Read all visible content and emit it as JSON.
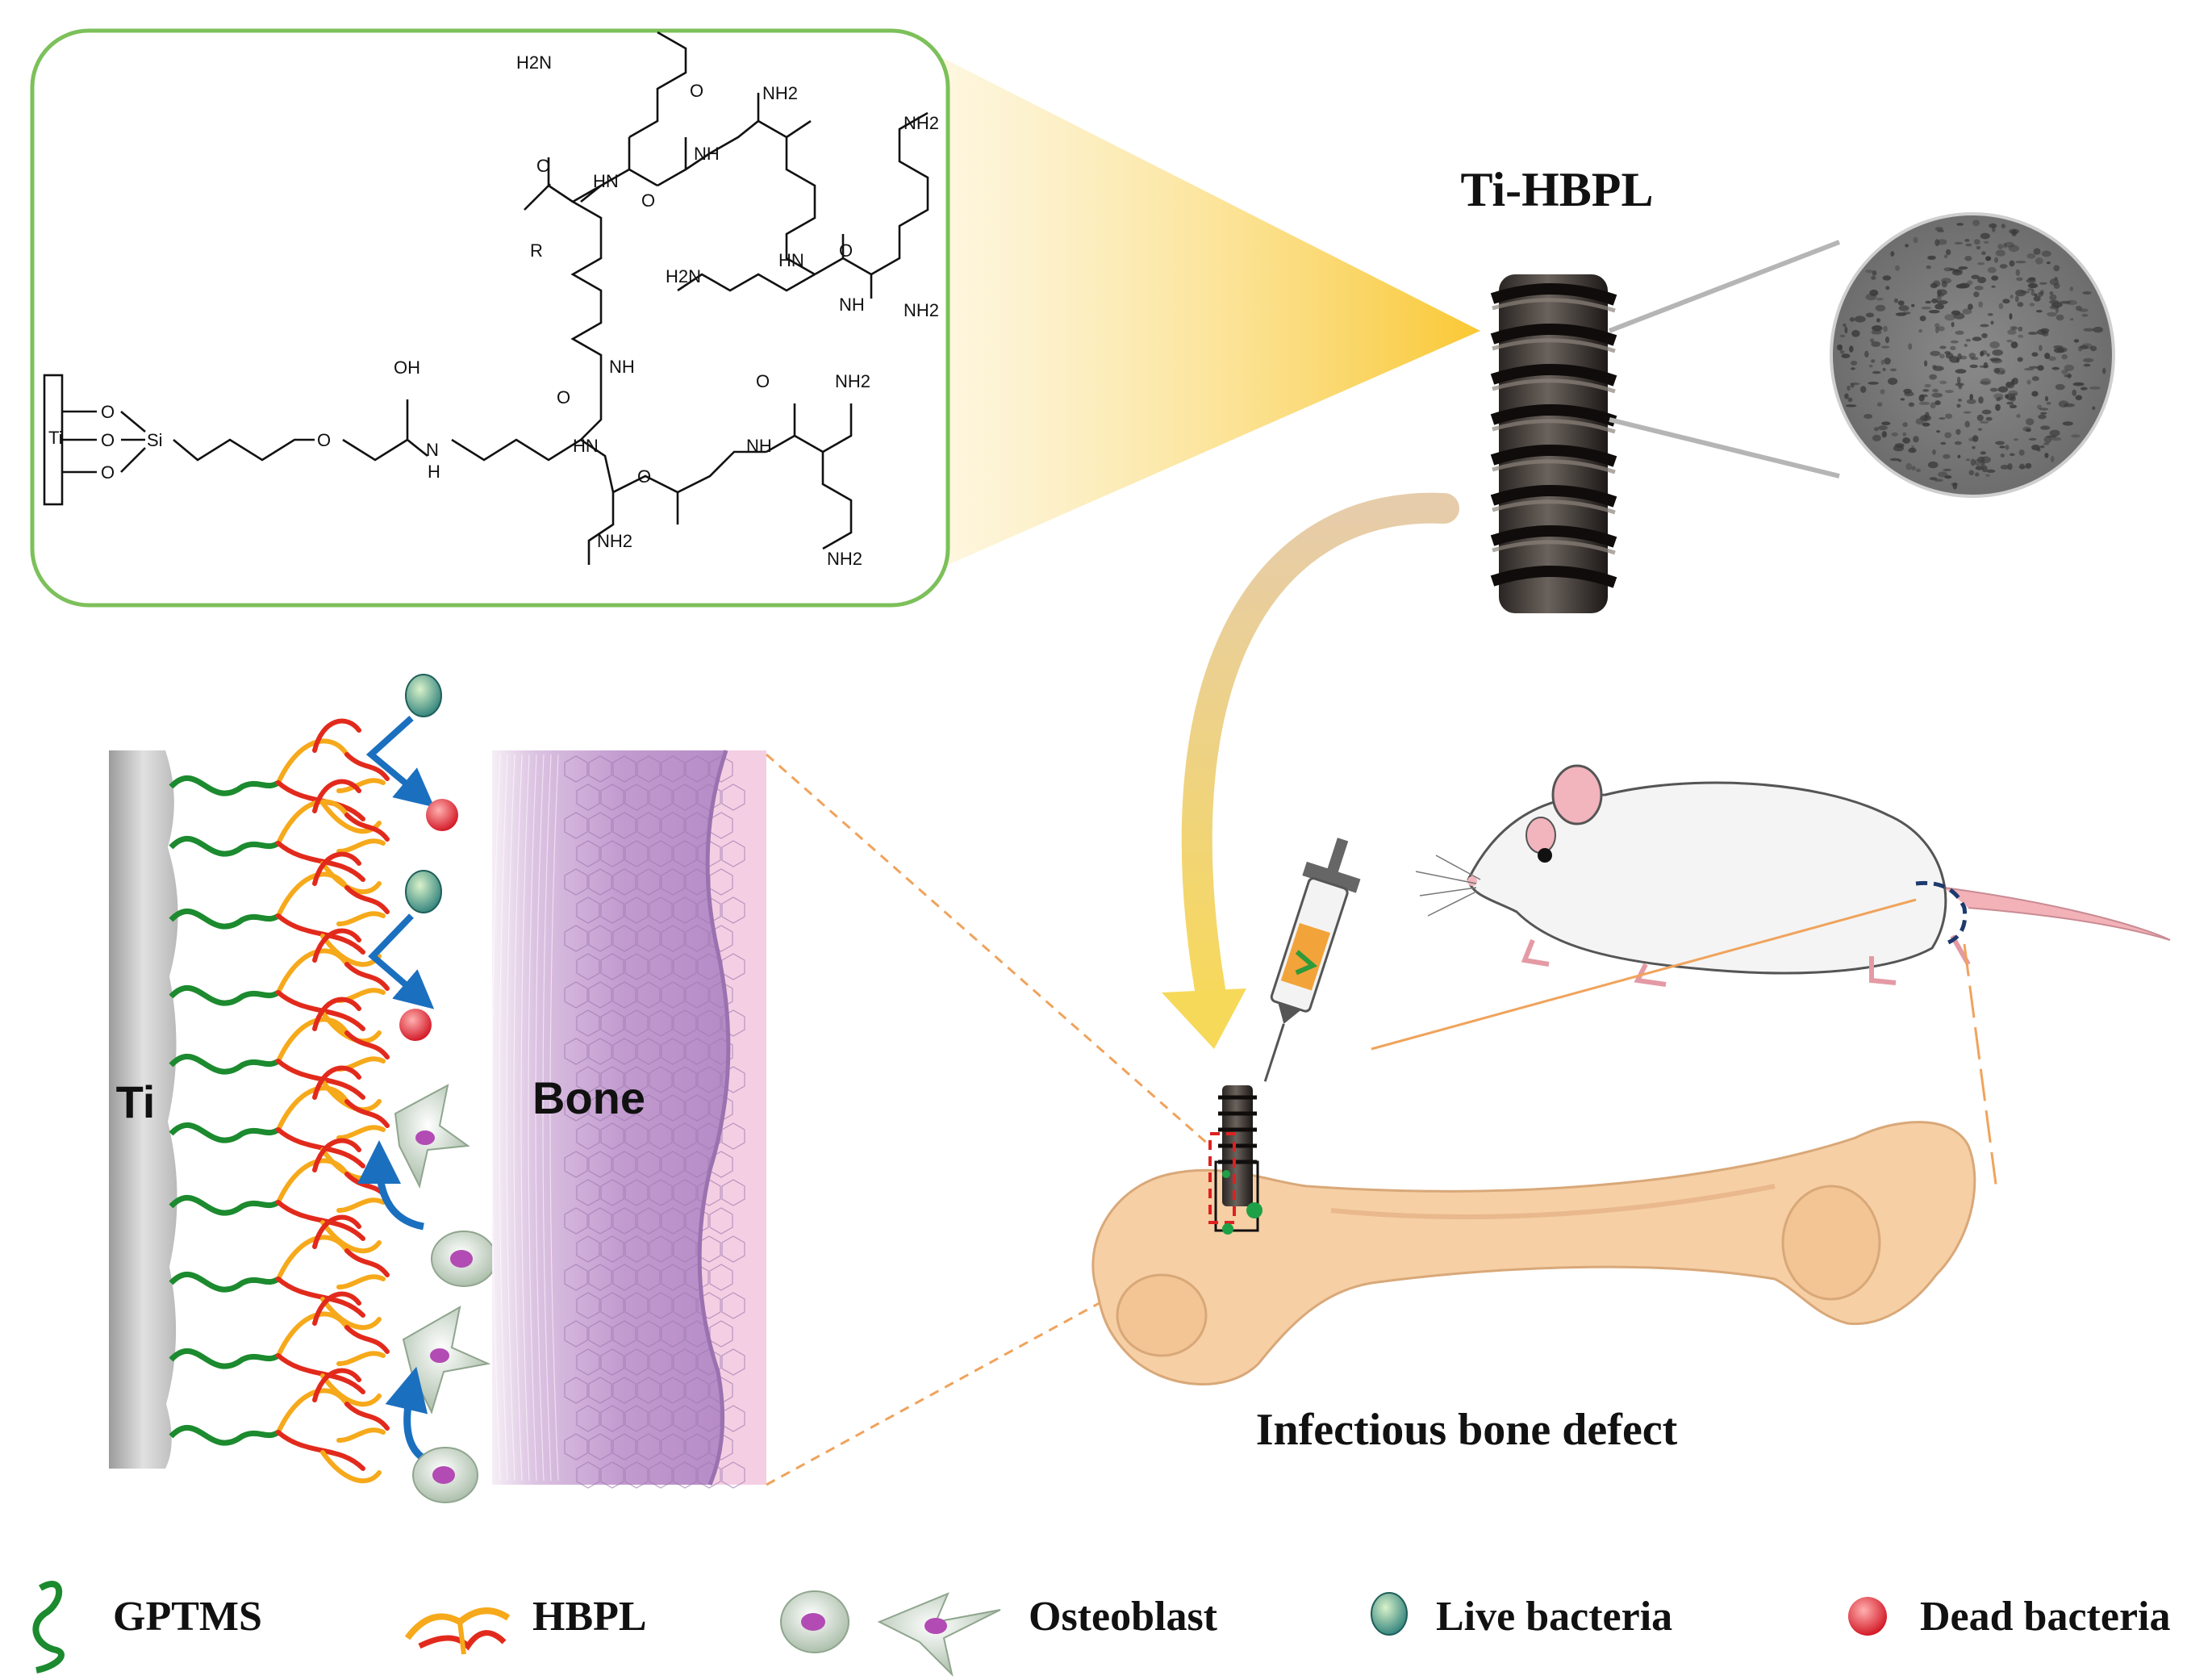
{
  "title": "Ti-HBPL",
  "structure": {
    "ti": "Ti",
    "o": "O",
    "si": "Si",
    "oh": "OH",
    "h": "H",
    "n": "N",
    "r": "R",
    "nh": "NH",
    "hn": "HN",
    "nh2": "NH2",
    "h2n": "H2N"
  },
  "interface": {
    "ti_label": "Ti",
    "bone_label": "Bone"
  },
  "defect_label": "Infectious bone defect",
  "legend": {
    "gptms": "GPTMS",
    "hbpl": "HBPL",
    "osteoblast": "Osteoblast",
    "live_bacteria": "Live bacteria",
    "dead_bacteria": "Dead bacteria"
  },
  "colors": {
    "frame_green": "#7cc05a",
    "gptms_green": "#1c8a2e",
    "hbpl_red": "#e22a1c",
    "hbpl_orange": "#f6a91a",
    "arrow_blue": "#1b6fbf",
    "live_teal": "#3f9a8a",
    "dead_red": "#e11d2c",
    "bone_pink": "#f4c9de",
    "bone_purple": "#b993c6",
    "femur_tan": "#f6cfa5",
    "guide_orange": "#f0a35c"
  }
}
